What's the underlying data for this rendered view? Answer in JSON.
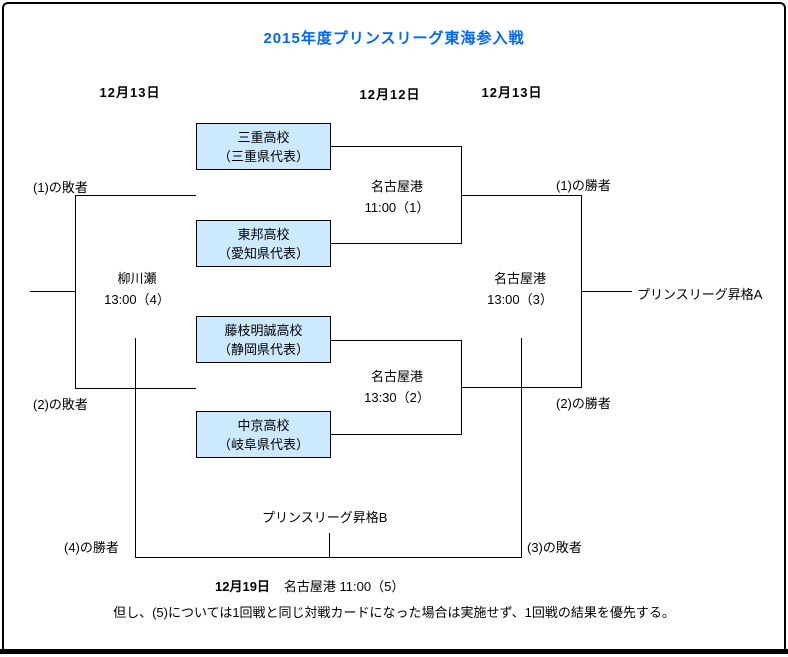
{
  "title": "2015年度プリンスリーグ東海参入戦",
  "columns": {
    "col1": "12月13日",
    "col2": "12月12日",
    "col3": "12月13日"
  },
  "teams": [
    {
      "name": "三重高校",
      "rep": "（三重県代表）"
    },
    {
      "name": "東邦高校",
      "rep": "（愛知県代表）"
    },
    {
      "name": "藤枝明誠高校",
      "rep": "（静岡県代表）"
    },
    {
      "name": "中京高校",
      "rep": "（岐阜県代表）"
    }
  ],
  "matches": [
    {
      "venue": "名古屋港",
      "time": "11:00（1）"
    },
    {
      "venue": "名古屋港",
      "time": "13:30（2）"
    },
    {
      "venue": "名古屋港",
      "time": "13:00（3）"
    },
    {
      "venue": "柳川瀬",
      "time": "13:00（4）"
    }
  ],
  "labels": {
    "loser1": "(1)の敗者",
    "loser2": "(2)の敗者",
    "winner1": "(1)の勝者",
    "winner2": "(2)の勝者",
    "winner4": "(4)の勝者",
    "loser3": "(3)の敗者",
    "promotionA": "プリンスリーグ昇格A",
    "promotionB": "プリンスリーグ昇格B"
  },
  "final_match": {
    "date": "12月19日",
    "details": "名古屋港 11:00（5）"
  },
  "note": "但し、(5)については1回戦と同じ対戦カードになった場合は実施せず、1回戦の結果を優先する。",
  "colors": {
    "title": "#0066ff",
    "team_box_fill": "#cce9ff",
    "line": "#000000"
  }
}
